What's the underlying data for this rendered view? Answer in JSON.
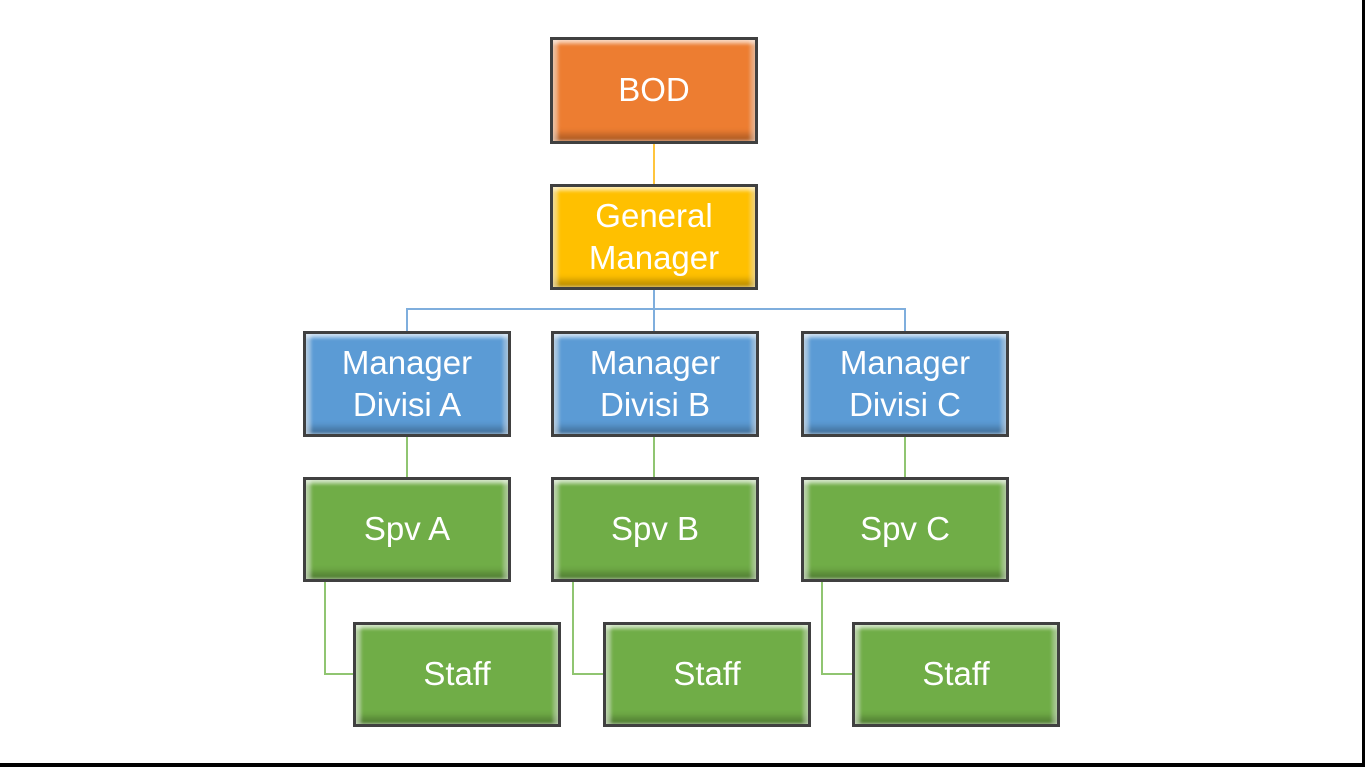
{
  "page": {
    "background_color": "#FFFFFF",
    "frame_edge_color": "#000000"
  },
  "org_chart": {
    "type": "organization-chart",
    "nodes": [
      {
        "id": "bod",
        "label": "BOD",
        "level": "board",
        "fill": "#ED7D31",
        "border": "#404040",
        "text_color": "#FFFFFF"
      },
      {
        "id": "general-manager",
        "label": "General Manager",
        "level": "general-manager",
        "fill": "#FFC000",
        "border": "#404040",
        "text_color": "#FFFFFF"
      },
      {
        "id": "manager-divisi-a",
        "label": "Manager Divisi A",
        "level": "manager",
        "fill": "#5B9BD5",
        "border": "#404040",
        "text_color": "#FFFFFF"
      },
      {
        "id": "manager-divisi-b",
        "label": "Manager Divisi B",
        "level": "manager",
        "fill": "#5B9BD5",
        "border": "#404040",
        "text_color": "#FFFFFF"
      },
      {
        "id": "manager-divisi-c",
        "label": "Manager Divisi C",
        "level": "manager",
        "fill": "#5B9BD5",
        "border": "#404040",
        "text_color": "#FFFFFF"
      },
      {
        "id": "spv-a",
        "label": "Spv A",
        "level": "supervisor",
        "fill": "#70AD47",
        "border": "#404040",
        "text_color": "#FFFFFF"
      },
      {
        "id": "spv-b",
        "label": "Spv B",
        "level": "supervisor",
        "fill": "#70AD47",
        "border": "#404040",
        "text_color": "#FFFFFF"
      },
      {
        "id": "spv-c",
        "label": "Spv C",
        "level": "supervisor",
        "fill": "#70AD47",
        "border": "#404040",
        "text_color": "#FFFFFF"
      },
      {
        "id": "staff-a",
        "label": "Staff",
        "level": "staff",
        "fill": "#70AD47",
        "border": "#404040",
        "text_color": "#FFFFFF"
      },
      {
        "id": "staff-b",
        "label": "Staff",
        "level": "staff",
        "fill": "#70AD47",
        "border": "#404040",
        "text_color": "#FFFFFF"
      },
      {
        "id": "staff-c",
        "label": "Staff",
        "level": "staff",
        "fill": "#70AD47",
        "border": "#404040",
        "text_color": "#FFFFFF"
      }
    ],
    "edges": [
      {
        "from": "bod",
        "to": "general-manager",
        "color": "#FFC53D",
        "style": "straight"
      },
      {
        "from": "general-manager",
        "to": "manager-divisi-a",
        "color": "#7FAEDD",
        "style": "elbow"
      },
      {
        "from": "general-manager",
        "to": "manager-divisi-b",
        "color": "#7FAEDD",
        "style": "straight"
      },
      {
        "from": "general-manager",
        "to": "manager-divisi-c",
        "color": "#7FAEDD",
        "style": "elbow"
      },
      {
        "from": "manager-divisi-a",
        "to": "spv-a",
        "color": "#90C571",
        "style": "straight"
      },
      {
        "from": "manager-divisi-b",
        "to": "spv-b",
        "color": "#90C571",
        "style": "straight"
      },
      {
        "from": "manager-divisi-c",
        "to": "spv-c",
        "color": "#90C571",
        "style": "straight"
      },
      {
        "from": "spv-a",
        "to": "staff-a",
        "color": "#90C571",
        "style": "elbow"
      },
      {
        "from": "spv-b",
        "to": "staff-b",
        "color": "#90C571",
        "style": "elbow"
      },
      {
        "from": "spv-c",
        "to": "staff-c",
        "color": "#90C571",
        "style": "elbow"
      }
    ]
  }
}
